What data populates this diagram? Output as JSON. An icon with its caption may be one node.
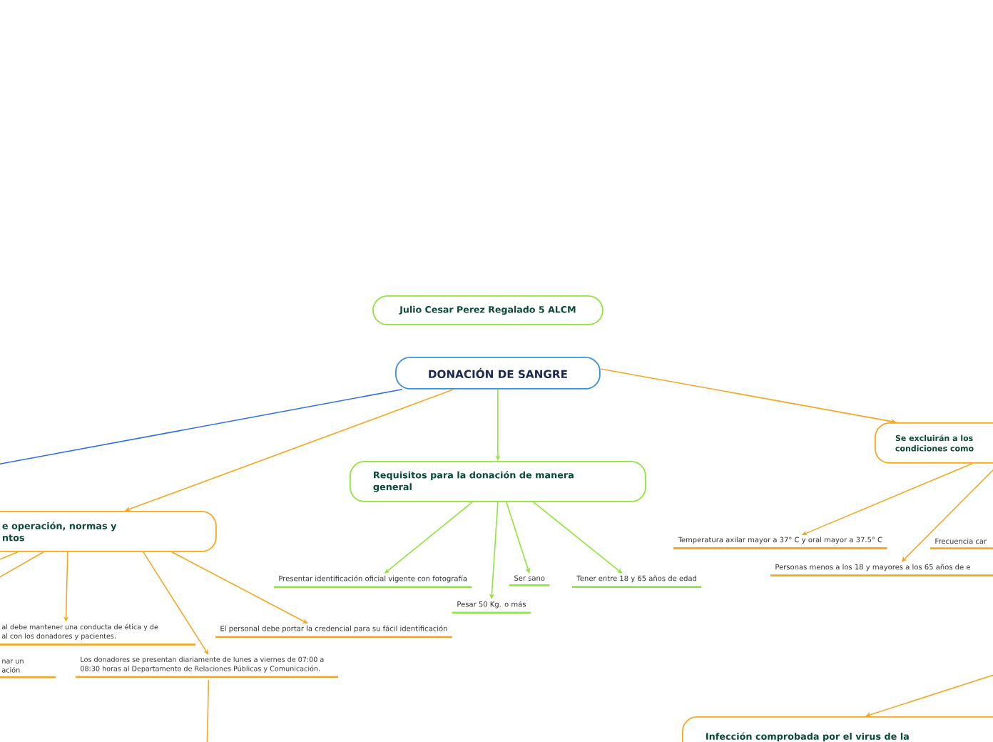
{
  "diagram": {
    "nodes": [
      {
        "text": [
          "Julio Cesar Perez Regalado 5 ALCM"
        ]
      },
      {
        "text": [
          "DONACIÓN DE SANGRE"
        ]
      },
      {
        "text": [
          "Requisitos para la donación de manera general"
        ]
      },
      {
        "text": [
          "e operación, normas y ntos"
        ]
      },
      {
        "text": [
          "Se excluirán a los condiciones como"
        ]
      },
      {
        "text": [
          "Presentar identificación oficial vigente con fotografía"
        ]
      },
      {
        "text": [
          "Pesar 50 Kg. o más"
        ]
      },
      {
        "text": [
          "Ser sano"
        ]
      },
      {
        "text": [
          "Tener entre 18 y 65 años de edad"
        ]
      },
      {
        "text": [
          "al debe mantener una conducta de ética y de al con los donadores y pacientes."
        ]
      },
      {
        "text": [
          "El personal debe portar la credencial para su fácil identificación"
        ]
      },
      {
        "text": [
          "nar un ación"
        ]
      },
      {
        "text": [
          "Los donadores se presentan diariamente de lunes a viernes de 07:00 a 08:30 horas al Departamento de Relaciones Públicas y Comunicación."
        ]
      },
      {
        "text": [
          "Temperatura axilar mayor a 37° C y oral mayor a 37.5° C"
        ]
      },
      {
        "text": [
          "Frecuencia car"
        ]
      },
      {
        "text": [
          "Personas menos a los 18 y mayores a los 65 años de e"
        ]
      },
      {
        "text": [
          "Infección comprobada por el virus de la"
        ]
      }
    ],
    "edges": [
      {
        "from": 1,
        "to": 2,
        "arrow": "to",
        "color": "#8ee63a"
      },
      {
        "from": 1,
        "to": 3,
        "arrow": "to"
      },
      {
        "from": 1,
        "to": 4,
        "arrow": "to"
      },
      {
        "from": 1,
        "to": null,
        "arrow": "none",
        "color": "#2f6fe0"
      },
      {
        "from": 2,
        "to": 5,
        "arrow": "to",
        "color": "#8ee63a"
      },
      {
        "from": 2,
        "to": 6,
        "arrow": "to",
        "color": "#8ee63a"
      },
      {
        "from": 2,
        "to": 7,
        "arrow": "to",
        "color": "#8ee63a"
      },
      {
        "from": 2,
        "to": 8,
        "arrow": "to",
        "color": "#8ee63a"
      },
      {
        "from": 3,
        "to": null,
        "arrow": "none"
      },
      {
        "from": 3,
        "to": null,
        "arrow": "none"
      },
      {
        "from": 3,
        "to": 9,
        "arrow": "to"
      },
      {
        "from": 3,
        "to": 12,
        "arrow": "to"
      },
      {
        "from": 3,
        "to": 10,
        "arrow": "to"
      },
      {
        "from": 12,
        "to": null,
        "arrow": "none"
      },
      {
        "from": 4,
        "to": 13,
        "arrow": "to"
      },
      {
        "from": 4,
        "to": 15,
        "arrow": "to"
      },
      {
        "from": null,
        "to": 16,
        "arrow": "to"
      }
    ]
  }
}
